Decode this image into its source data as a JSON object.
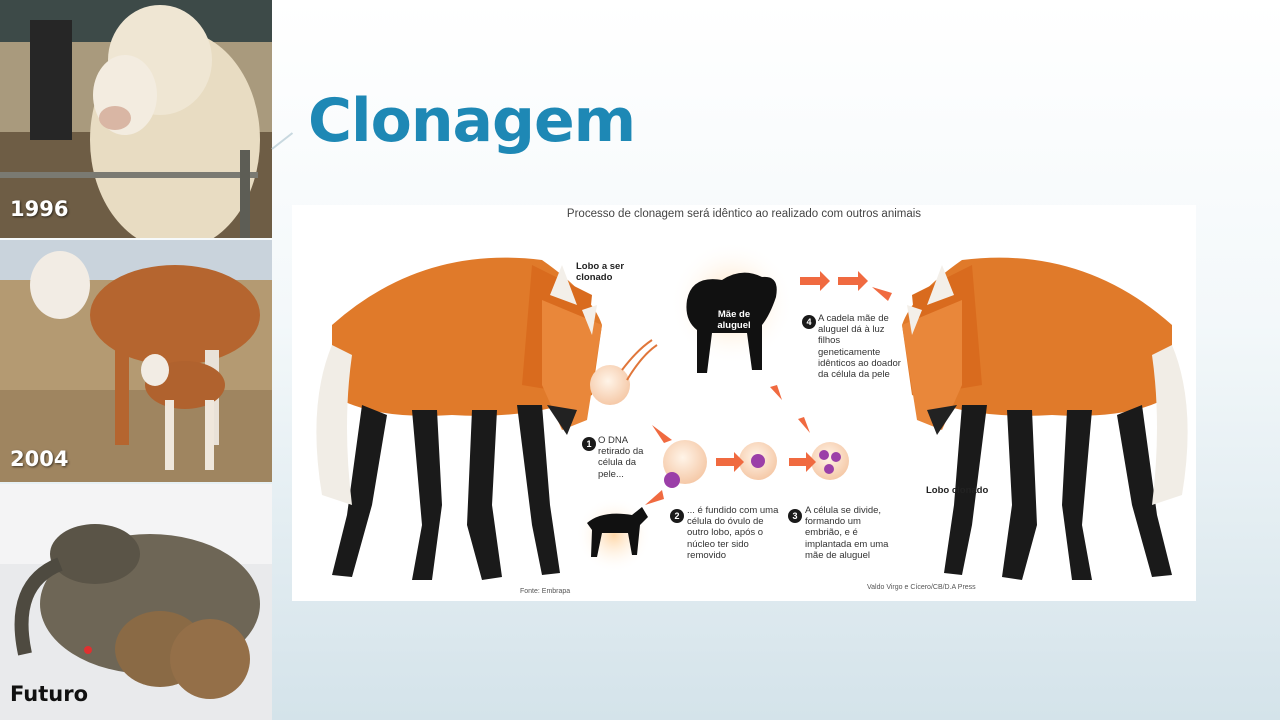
{
  "slide": {
    "title": "Clonagem"
  },
  "photos": [
    {
      "label": "1996"
    },
    {
      "label": "2004"
    },
    {
      "label": "Futuro"
    }
  ],
  "infographic": {
    "title": "Processo de clonagem será idêntico ao realizado com outros animais",
    "label_source": "Lobo a ser clonado",
    "label_surrogate": "Mãe de aluguel",
    "label_clone": "Lobo clonado",
    "steps": [
      {
        "num": "1",
        "text": "O DNA retirado da célula da pele..."
      },
      {
        "num": "2",
        "text": "... é fundido com uma célula do óvulo de outro lobo, após o núcleo ter sido removido"
      },
      {
        "num": "3",
        "text": "A célula se divide, formando um embrião, e é implantada em uma mãe de aluguel"
      },
      {
        "num": "4",
        "text": "A cadela mãe de aluguel dá à luz filhos geneticamente idênticos ao doador da célula da pele"
      }
    ],
    "source_note": "Fonte: Embrapa",
    "credit": "Valdo Virgo e Cícero/CB/D.A Press"
  },
  "colors": {
    "title": "#1e88b5",
    "wolf_fur": "#e07a2a",
    "arrow": "#f06a40",
    "cell": "#9b3fa8"
  }
}
